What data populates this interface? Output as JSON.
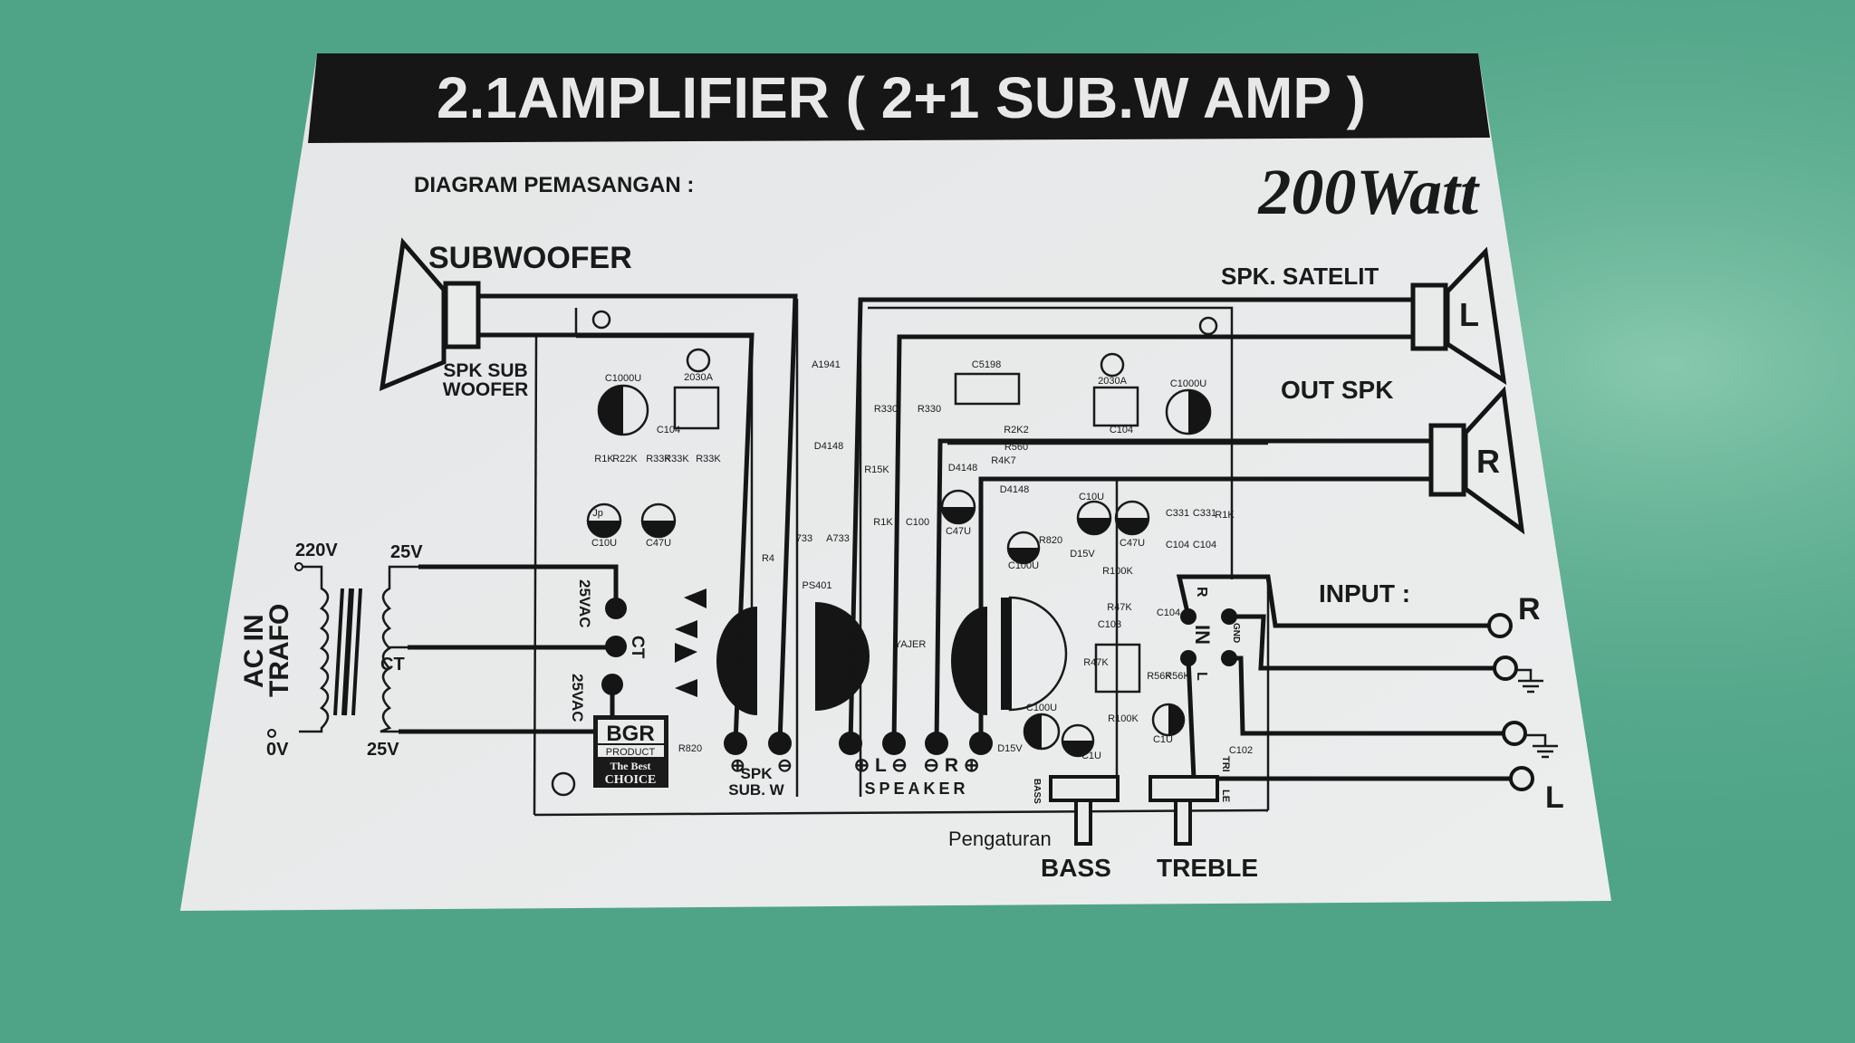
{
  "title": "2.1AMPLIFIER ( 2+1 SUB.W AMP )",
  "subtitle": "DIAGRAM PEMASANGAN :",
  "power": "200Watt",
  "speakers": {
    "subwoofer": "SUBWOOFER",
    "spk_sub_line1": "SPK SUB",
    "spk_sub_line2": "WOOFER",
    "satelit": "SPK. SATELIT",
    "left": "L",
    "right": "R",
    "out_spk": "OUT SPK"
  },
  "transformer": {
    "label_line1": "AC IN",
    "label_line2": "TRAFO",
    "v220": "220V",
    "v0": "0V",
    "v25_top": "25V",
    "v25_bottom": "25V",
    "ct": "CT"
  },
  "board": {
    "vac_top": "25VAC",
    "vac_bottom": "25VAC",
    "ct": "CT",
    "spk_sub_line1": "SPK",
    "spk_sub_line2": "SUB. W",
    "speaker": "SPEAKER",
    "speaker_pins": "⊕ L ⊖   ⊖ R ⊕",
    "sub_pins_plus": "⊕",
    "sub_pins_minus": "⊖",
    "in_label": "IN",
    "in_r": "R",
    "in_l": "L",
    "gnd": "GND",
    "bass_small": "BASS",
    "treble_small": "TRI",
    "le": "LE",
    "brand": "BGR",
    "brand_product": "PRODUCT",
    "brand_best": "The Best",
    "brand_choice": "CHOICE"
  },
  "components": [
    "C1000U",
    "2030A",
    "C104",
    "R1K",
    "R22K",
    "R33K",
    "R33K",
    "R33K",
    "C10U",
    "C47U",
    "A1941",
    "D4148",
    "733",
    "A733",
    "PS401",
    "R4",
    "R330",
    "R330",
    "R15K",
    "R1K",
    "C100",
    "YAJER",
    "C5198",
    "2030A",
    "C1000U",
    "C104",
    "R2K2",
    "R560",
    "R4K7",
    "D4148",
    "D4148",
    "C10U",
    "C47U",
    "C47U",
    "C100U",
    "R820",
    "D15V",
    "C331",
    "C331",
    "C104",
    "C104",
    "R1K",
    "R100K",
    "R47K",
    "C103",
    "C104",
    "R47K",
    "R56K",
    "R56K",
    "C100U",
    "C1U",
    "C1U",
    "R100K",
    "D15V",
    "C102",
    "R820",
    "Jp"
  ],
  "input": {
    "label": "INPUT :",
    "r": "R",
    "l": "L"
  },
  "controls": {
    "pengaturan": "Pengaturan",
    "bass": "BASS",
    "treble": "TREBLE"
  },
  "colors": {
    "table_green": "#4fa487",
    "paper": "#e9ebeb",
    "ink": "#151515"
  }
}
